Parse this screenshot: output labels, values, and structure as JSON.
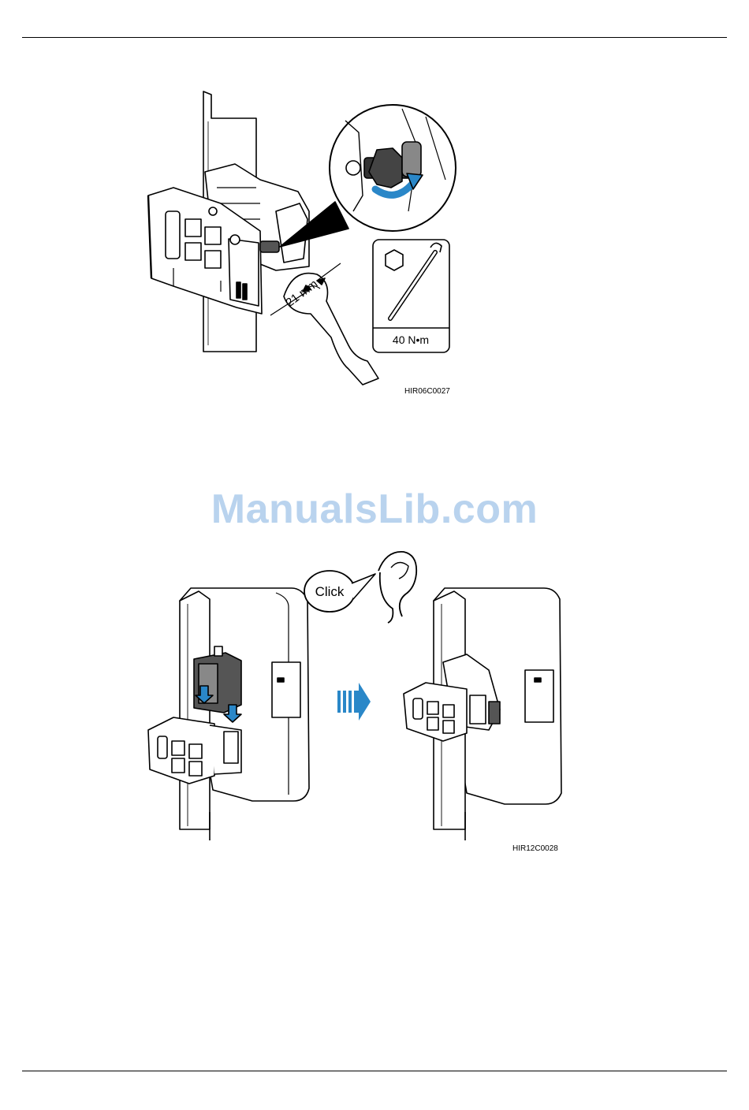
{
  "figure1": {
    "dimension_label": "21 mm",
    "torque_label": "40 N•m",
    "code": "HIR06C0027"
  },
  "watermark": "ManualsLib.com",
  "figure2": {
    "click_label": "Click",
    "code": "HIR12C0028"
  }
}
